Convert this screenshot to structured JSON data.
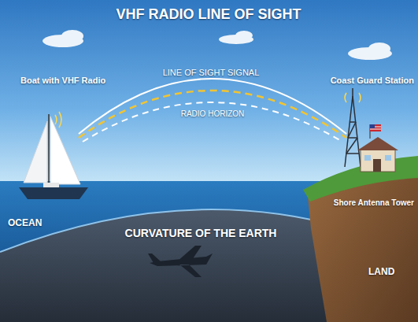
{
  "diagram": {
    "title": "VHF RADIO LINE OF SIGHT",
    "labels": [
      "LINE OF SIGHT SIGNAL",
      "Boat with VHF Radio",
      "Coast Guard Station",
      "RADIO HORIZON",
      "Shore Antenna Tower",
      "OCEAN",
      "CURVATURE OF THE EARTH",
      "LAND"
    ]
  }
}
